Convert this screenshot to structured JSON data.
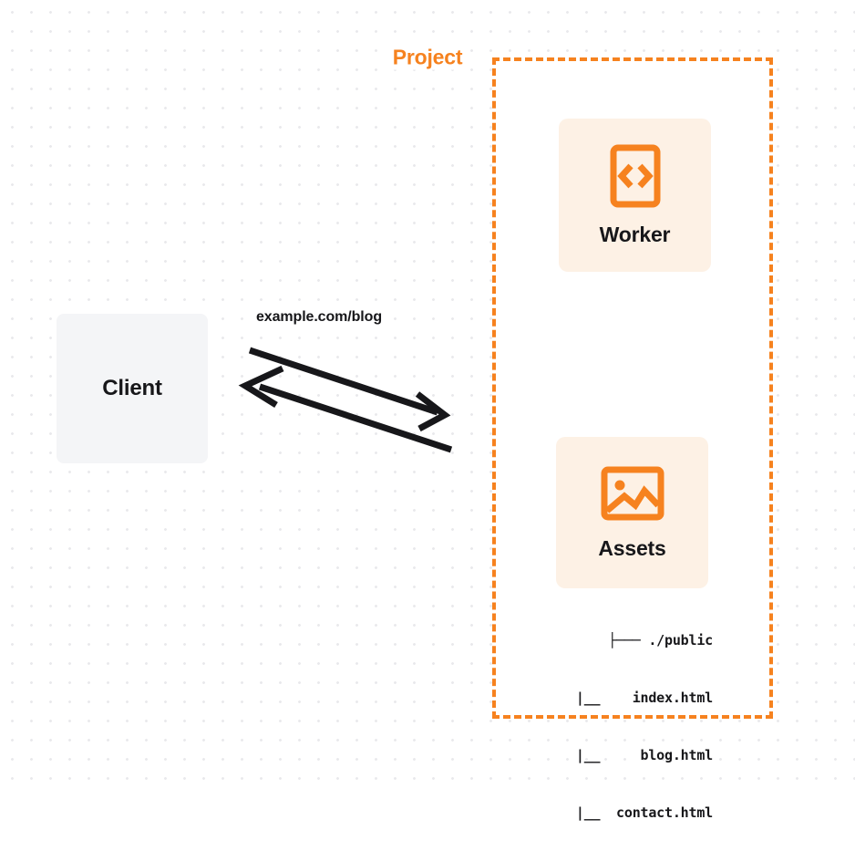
{
  "diagram": {
    "type": "architecture-flow",
    "background": {
      "style": "dot-grid",
      "dot_color": "#e9e9ec",
      "page_color": "#ffffff"
    },
    "colors": {
      "brand_orange": "#f6821f",
      "card_fill": "#fdf1e5",
      "client_fill": "#f4f5f7",
      "text_dark": "#17171a"
    },
    "client": {
      "label": "Client",
      "icon": "client-box"
    },
    "connection": {
      "label": "example.com/blog",
      "direction": "bidirectional",
      "request_arrow": "client-to-project",
      "response_arrow": "project-to-client",
      "stroke_color": "#17171a"
    },
    "project": {
      "title": "Project",
      "border_style": "dashed",
      "nodes": [
        {
          "id": "worker",
          "label": "Worker",
          "icon": "code-brackets-icon"
        },
        {
          "id": "assets",
          "label": "Assets",
          "icon": "image-picture-icon"
        }
      ],
      "file_tree": {
        "root": "├─── ./public",
        "entries": [
          "|__    index.html",
          "|__     blog.html",
          "|__  contact.html"
        ]
      }
    }
  }
}
